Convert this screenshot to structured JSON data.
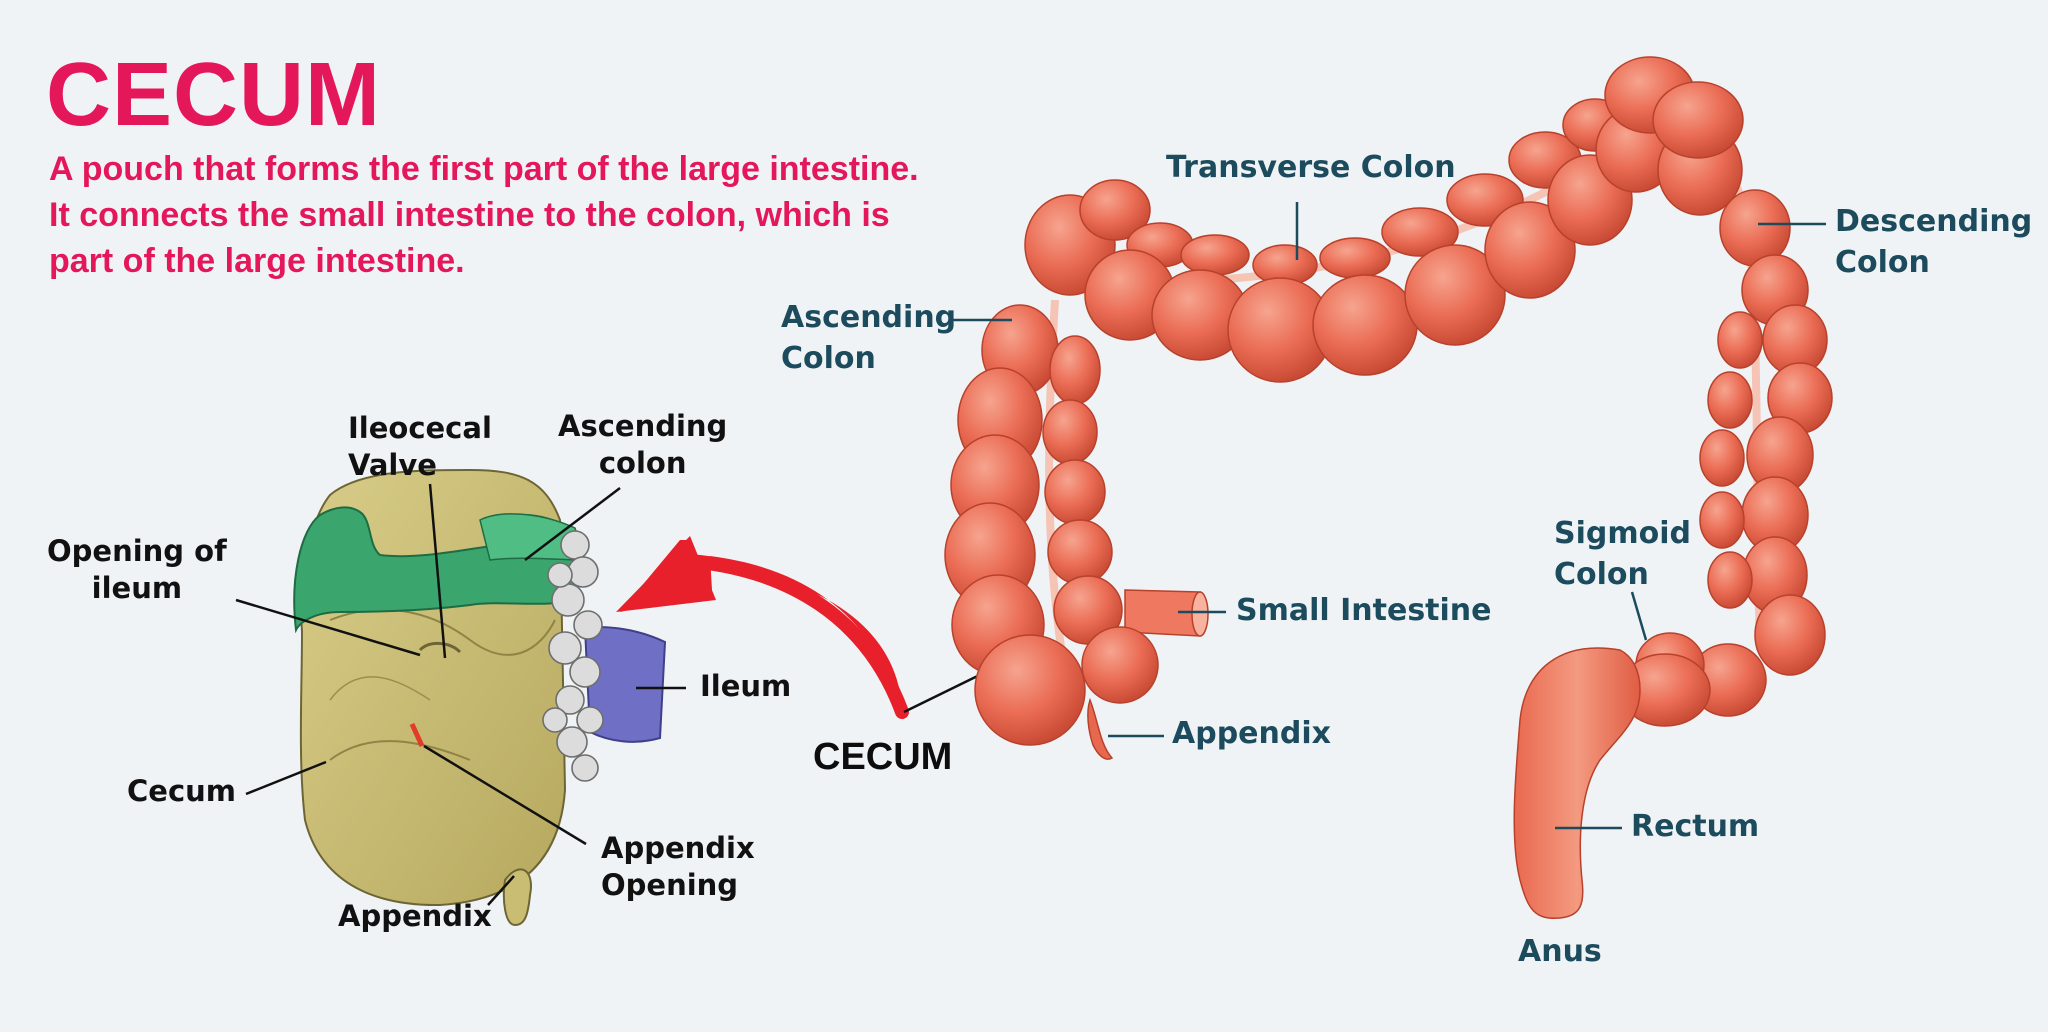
{
  "header": {
    "title": "CECUM",
    "description_lines": [
      "A pouch that forms the first part of the large intestine.",
      "It connects the small intestine to the colon, which is",
      "part of the large intestine."
    ]
  },
  "detail_labels": {
    "ileocecal_valve": [
      "Ileocecal",
      "Valve"
    ],
    "ascending_colon": [
      "Ascending",
      "colon"
    ],
    "opening_of_ileum": [
      "Opening of",
      "ileum"
    ],
    "ileum": "Ileum",
    "cecum": "Cecum",
    "appendix_opening": [
      "Appendix",
      "Opening"
    ],
    "appendix": "Appendix"
  },
  "arrow_label": "CECUM",
  "colon_labels": {
    "transverse_colon": "Transverse Colon",
    "ascending_colon": [
      "Ascending",
      "Colon"
    ],
    "descending_colon": [
      "Descending",
      "Colon"
    ],
    "small_intestine": "Small Intestine",
    "appendix": "Appendix",
    "sigmoid_colon": [
      "Sigmoid",
      "Colon"
    ],
    "rectum": "Rectum",
    "anus": "Anus"
  },
  "colors": {
    "title": "#e4175b",
    "colon": "#e8684f",
    "arrow": "#e8202b",
    "cecum_tissue": "#c9bd74",
    "colon_tissue": "#3aa66e",
    "ileum": "#6f6fc6",
    "label_blue": "#1c4b5d"
  }
}
